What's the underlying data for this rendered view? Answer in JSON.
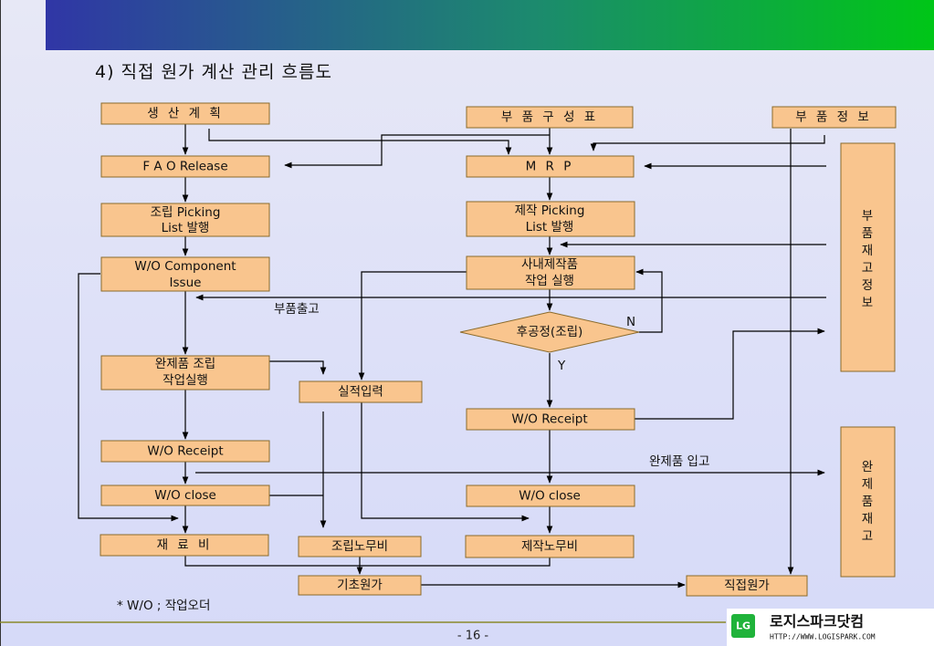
{
  "title": "4) 직접 원가 계산 관리 흐름도",
  "page_number": "- 16 -",
  "footnote": "* W/O ; 작업오더",
  "logo": {
    "name": "로지스파크닷컴",
    "url": "HTTP://WWW.LOGISPARK.COM",
    "mark": "LG"
  },
  "colors": {
    "header_start": "#3036a6",
    "header_end": "#00c617",
    "box_fill": "#f9c58e"
  },
  "nodes": {
    "production_plan": "생 산 계 획",
    "bom": "부 품 구 성 표",
    "part_info": "부 품 정 보",
    "fao_release": "F A O Release",
    "mrp": "M R P",
    "assembly_picking": [
      "조립 Picking",
      "List 발행"
    ],
    "manufacturing_picking": [
      "제작 Picking",
      "List 발행"
    ],
    "wo_component_issue": [
      "W/O Component",
      "Issue"
    ],
    "inhouse_work": [
      "사내제작품",
      "작업 실행"
    ],
    "post_process": "후공정(조립)",
    "finished_assembly": [
      "완제품 조립",
      "작업실행"
    ],
    "performance_input": "실적입력",
    "wo_receipt_right": "W/O Receipt",
    "wo_receipt_left": "W/O Receipt",
    "wo_close_left": "W/O close",
    "wo_close_right": "W/O close",
    "material_cost": "재 료 비",
    "assembly_labor": "조립노무비",
    "manufacturing_labor": "제작노무비",
    "base_cost": "기초원가",
    "direct_cost": "직접원가",
    "part_inventory": [
      "부",
      "품",
      "재",
      "고",
      "정",
      "보"
    ],
    "finished_inventory": [
      "완",
      "제",
      "품",
      "재",
      "고"
    ]
  },
  "edge_labels": {
    "part_issue": "부품출고",
    "no": "N",
    "yes": "Y",
    "finished_receipt": "완제품 입고"
  }
}
